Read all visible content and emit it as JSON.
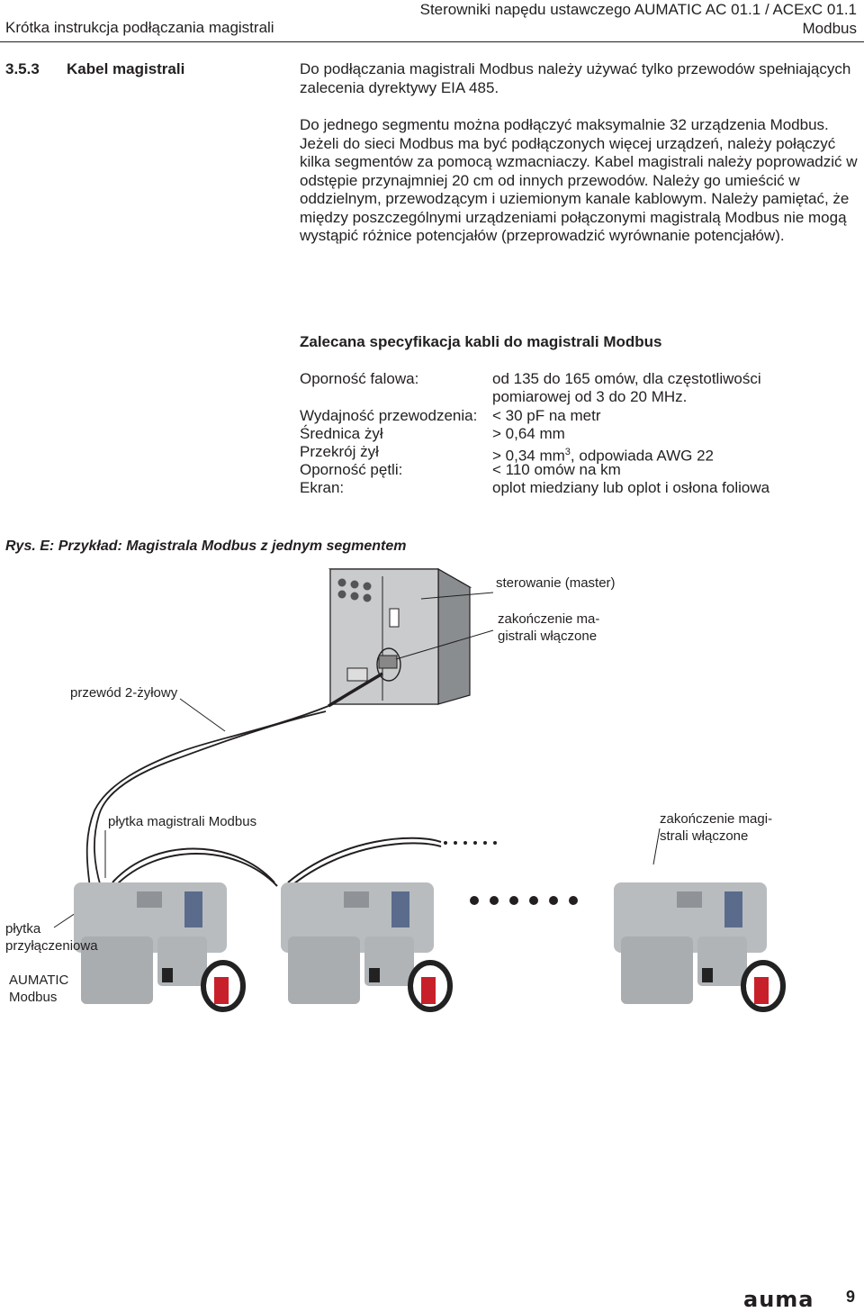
{
  "header": {
    "left_title": "Krótka instrukcja podłączania magistrali",
    "right_title_line1": "Sterowniki napędu ustawczego AUMATIC AC 01.1 / ACExC 01.1",
    "right_title_line2": "Modbus"
  },
  "section": {
    "number": "3.5.3",
    "title": "Kabel magistrali",
    "paragraph1": "Do podłączania magistrali Modbus należy używać tylko przewodów spełniających zalecenia dyrektywy EIA 485.",
    "paragraph2": "Do jednego segmentu można podłączyć maksymalnie 32 urządzenia Modbus. Jeżeli do sieci Modbus ma być podłączonych więcej urządzeń, należy połączyć kilka segmentów za pomocą wzmacniaczy. Kabel magistrali należy poprowadzić w odstępie przynajmniej 20 cm od innych przewodów. Należy go umieścić w oddzielnym, przewodzącym i uziemionym kanale kablowym. Należy pamiętać, że między poszczególnymi urządzeniami połączonymi magistralą Modbus nie mogą wystąpić różnice potencjałów (przeprowadzić wyrównanie potencjałów)."
  },
  "spec": {
    "heading": "Zalecana specyfikacja kabli do magistrali Modbus",
    "rows": [
      {
        "label": "Oporność falowa:",
        "value": "od 135 do 165 omów, dla częstotliwości",
        "value2": "pomiarowej od 3 do 20 MHz."
      },
      {
        "label": "Wydajność przewodzenia:",
        "value": "< 30 pF na metr"
      },
      {
        "label": "Średnica żył",
        "value": "> 0,64 mm"
      },
      {
        "label": "Przekrój żył",
        "value_pre": "> 0,34 mm",
        "value_sup": "3",
        "value_post": ", odpowiada AWG 22"
      },
      {
        "label": "Oporność pętli:",
        "value": "< 110 omów na km"
      },
      {
        "label": "Ekran:",
        "value": "oplot miedziany lub oplot i osłona foliowa"
      }
    ]
  },
  "figure": {
    "caption": "Rys. E: Przykład: Magistrala Modbus z jednym segmentem",
    "labels": {
      "master": "sterowanie (master)",
      "termination_top_1": "zakończenie ma-",
      "termination_top_2": "gistrali włączone",
      "cable": "przewód 2-żyłowy",
      "bus_board": "płytka magistrali Modbus",
      "termination_right_1": "zakończenie magi-",
      "termination_right_2": "strali włączone",
      "connection_board_1": "płytka",
      "connection_board_2": "przyłączeniowa",
      "device_1": "AUMATIC",
      "device_2": "Modbus"
    }
  },
  "footer": {
    "logo_text": "auma",
    "page_number": "9"
  },
  "colors": {
    "text": "#231f20",
    "actuator_body": "#b8bcbf",
    "handwheel": "#c8202a"
  }
}
